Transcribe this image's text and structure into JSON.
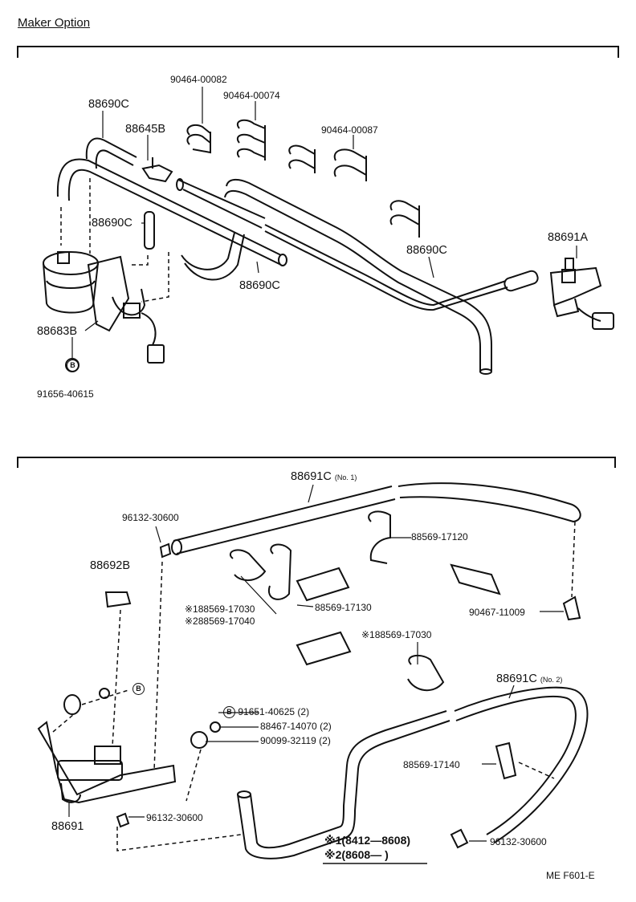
{
  "page": {
    "title": "Maker Option",
    "footer_code": "ME  F601-E"
  },
  "top": {
    "clips": [
      "90464-00082",
      "90464-00074",
      "90464-00087"
    ],
    "hose_a": "88690C",
    "hose_b": "88690C",
    "hose_c": "88690C",
    "hose_d": "88690C",
    "connector": "88645B",
    "valve": "88683B",
    "bracket_valve": "88691A",
    "bolt_symbol": "B",
    "bolt": "91656-40615"
  },
  "bottom": {
    "hose_no1": "88691C",
    "hose_no1_tag": "(No. 1)",
    "hose_no2": "88691C",
    "hose_no2_tag": "(No. 2)",
    "clamp_top_left": "96132-30600",
    "clamp_bottom_left": "96132-30600",
    "clamp_bottom_right": "96132-30600",
    "bracket": "88692B",
    "valve": "88691",
    "clip_17120": "88569-17120",
    "clip_17130": "88569-17130",
    "clip_17030_star": "※1",
    "clip_17030": "88569-17030",
    "clip_17040_star": "※2",
    "clip_17040": "88569-17040",
    "clip_17030b_star": "※1",
    "clip_17030b": "88569-17030",
    "clip_17140": "88569-17140",
    "clip_90467": "90467-11009",
    "bolt_symbol": "B",
    "bolt_symbol_2": "B",
    "bolt_40625": "91651-40625 (2)",
    "washer": "88467-14070 (2)",
    "grommet": "90099-32119 (2)",
    "notes": [
      {
        "mark": "※1",
        "range": "(8412—8608)"
      },
      {
        "mark": "※2",
        "range": "(8608—          )"
      }
    ]
  }
}
